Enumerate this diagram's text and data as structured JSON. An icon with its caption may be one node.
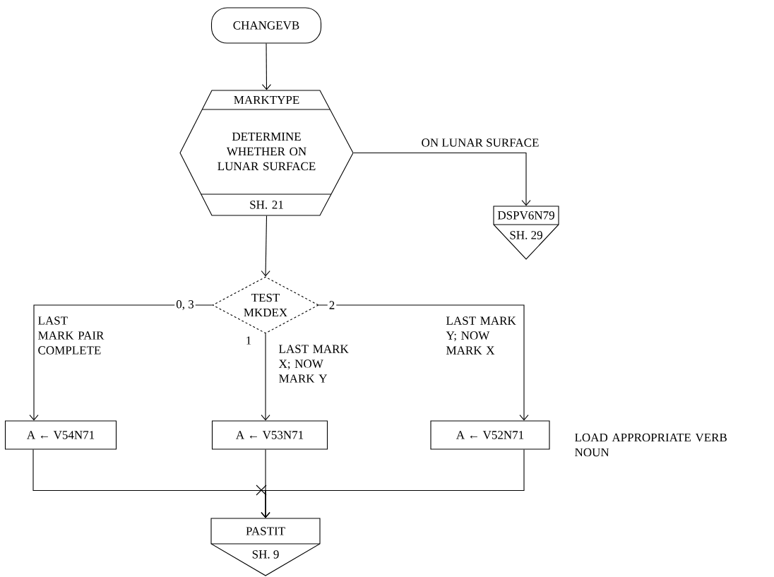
{
  "diagram": {
    "nodes": [
      {
        "text": [
          "CHANGEVB"
        ]
      },
      {
        "text": [
          "MARKTYPE",
          "DETERMINE WHETHER ON LUNAR SURFACE",
          "SH. 21"
        ]
      },
      {
        "text": [
          "DSPV6N79",
          "SH. 29"
        ]
      },
      {
        "text": [
          "TEST MKDEX"
        ]
      },
      {
        "text": [
          "A ← V54N71"
        ]
      },
      {
        "text": [
          "A ← V53N71"
        ]
      },
      {
        "text": [
          "A ← V52N71"
        ],
        "beside": [
          "LOAD APPROPRIATE VERB NOUN"
        ]
      },
      {
        "text": [
          "PASTIT",
          "SH. 9"
        ]
      }
    ],
    "edges": [
      {
        "from": 0,
        "to": 1,
        "arrow": "to"
      },
      {
        "from": 1,
        "to": 2,
        "arrow": "to",
        "label": "ON LUNAR SURFACE"
      },
      {
        "from": 1,
        "to": 3,
        "arrow": "to"
      },
      {
        "from": 3,
        "to": 4,
        "arrow": "to",
        "label": "0, 3"
      },
      {
        "from": 3,
        "to": 5,
        "arrow": "to",
        "label": "1"
      },
      {
        "from": 3,
        "to": 6,
        "arrow": "to",
        "label": "2"
      },
      {
        "from": 4,
        "to": 7,
        "arrow": "to"
      },
      {
        "from": 5,
        "to": 7,
        "arrow": "to"
      },
      {
        "from": 6,
        "to": 7,
        "arrow": "to"
      }
    ],
    "labels": [
      "LAST MARK PAIR COMPLETE",
      "LAST MARK X; NOW MARK Y",
      "LAST MARK Y; NOW MARK X"
    ]
  }
}
